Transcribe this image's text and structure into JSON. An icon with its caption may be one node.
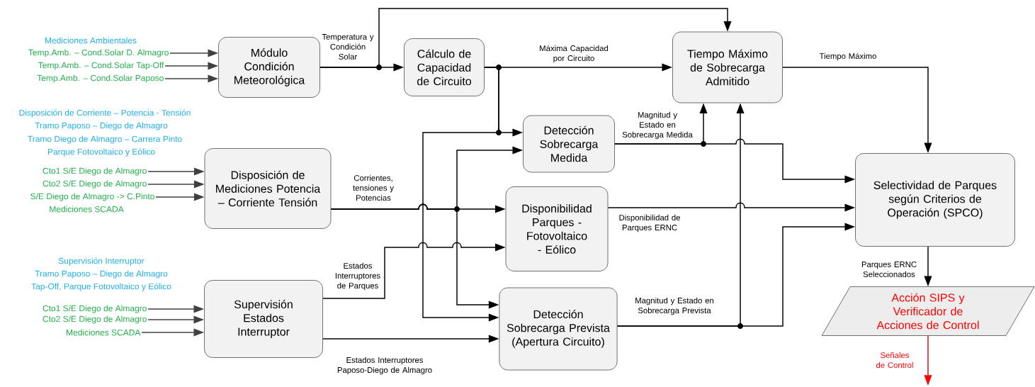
{
  "diagram": {
    "nodes": [
      {
        "text": [
          "Módulo Condición Meteorológica"
        ]
      },
      {
        "text": [
          "Cálculo de Capacidad de Circuito"
        ]
      },
      {
        "text": [
          "Tiempo Máximo de Sobrecarga Admitido"
        ]
      },
      {
        "text": [
          "Detección Sobrecarga Medida"
        ]
      },
      {
        "text": [
          "Disposición de Mediciones Potencia – Corriente Tensión"
        ]
      },
      {
        "text": [
          "Disponibilidad Parques - Fotovoltaico - Eólico"
        ]
      },
      {
        "text": [
          "Selectividad de Parques según Criterios de Operación (SPCO)"
        ]
      },
      {
        "text": [
          "Supervisión Estados Interruptor"
        ]
      },
      {
        "text": [
          "Detección Sobrecarga Prevista (Apertura Circuito)"
        ]
      },
      {
        "text": [
          "Acción SIPS y Verificador de Acciones de Control"
        ]
      },
      {
        "text": [
          "Temp.Amb. – Cond.Solar D. Almagro"
        ]
      },
      {
        "text": [
          "Temp.Amb. – Cond.Solar Tap-Off"
        ]
      },
      {
        "text": [
          "Temp.Amb. – Cond.Solar Paposo"
        ]
      },
      {
        "text": [
          "Cto1 S/E Diego de Almagro"
        ]
      },
      {
        "text": [
          "Cto2 S/E Diego de Almagro"
        ]
      },
      {
        "text": [
          "S/E Diego de Almagro -> C.Pinto"
        ]
      },
      {
        "text": [
          "Cto1 S/E Diego de Almagro"
        ]
      },
      {
        "text": [
          "Cto2 S/E Diego de Almagro"
        ]
      },
      {
        "text": [
          "Mediciones SCADA"
        ]
      }
    ],
    "edges": [
      {
        "from": 10,
        "to": 0,
        "arrow": "to",
        "color": "#404040"
      },
      {
        "from": 11,
        "to": 0,
        "arrow": "to",
        "color": "#404040"
      },
      {
        "from": 12,
        "to": 0,
        "arrow": "to",
        "color": "#404040"
      },
      {
        "from": 13,
        "to": 4,
        "arrow": "to",
        "color": "#404040"
      },
      {
        "from": 14,
        "to": 4,
        "arrow": "to",
        "color": "#404040"
      },
      {
        "from": 15,
        "to": 4,
        "arrow": "to",
        "color": "#404040"
      },
      {
        "from": 16,
        "to": 7,
        "arrow": "to",
        "color": "#404040"
      },
      {
        "from": 17,
        "to": 7,
        "arrow": "to",
        "color": "#404040"
      },
      {
        "from": 18,
        "to": 7,
        "arrow": "to",
        "color": "#404040"
      },
      {
        "from": 0,
        "to": 1,
        "arrow": "to",
        "label": "Temperatura y Condición Solar"
      },
      {
        "from": 0,
        "to": 2,
        "arrow": "to"
      },
      {
        "from": 1,
        "to": 2,
        "arrow": "to",
        "label": "Máxima Capacidad por Circuito"
      },
      {
        "from": 1,
        "to": 3,
        "arrow": "to"
      },
      {
        "from": 1,
        "to": 8,
        "arrow": "to"
      },
      {
        "from": 4,
        "to": 3,
        "arrow": "to"
      },
      {
        "from": 4,
        "to": 5,
        "arrow": "to",
        "label": "Corrientes, tensiones y Potencias"
      },
      {
        "from": 4,
        "to": 8,
        "arrow": "to"
      },
      {
        "from": 7,
        "to": 5,
        "arrow": "to",
        "label": "Estados Interruptores de Parques"
      },
      {
        "from": 7,
        "to": 8,
        "arrow": "to",
        "label": "Estados Interruptores Paposo-Diego de Almagro"
      },
      {
        "from": 3,
        "to": 2,
        "arrow": "to",
        "label": "Magnitud y Estado en Sobrecarga Medida"
      },
      {
        "from": 3,
        "to": 6,
        "arrow": "to"
      },
      {
        "from": 5,
        "to": 6,
        "arrow": "to",
        "label": "Disponibilidad de Parques ERNC"
      },
      {
        "from": 8,
        "to": 2,
        "arrow": "to"
      },
      {
        "from": 8,
        "to": 6,
        "arrow": "to",
        "label": "Magnitud y Estado en Sobrecarga Prevista"
      },
      {
        "from": 2,
        "to": 6,
        "arrow": "to",
        "label": "Tiempo Máximo"
      },
      {
        "from": 6,
        "to": 9,
        "arrow": "to",
        "label": "Parques ERNC Seleccionados"
      },
      {
        "from": 9,
        "to": null,
        "arrow": "to",
        "label": "Señales de Control",
        "color": "#ff0000"
      }
    ],
    "labels": [
      "Mediciones Ambientales",
      "Disposición de Corriente – Potencia - Tensión",
      "Tramo Paposo – Diego de Almagro",
      "Tramo Diego de Almagro – Carrera Pinto",
      "Parque Fotovoltaico y Eólico",
      "Mediciones SCADA",
      "Supervisión Interruptor",
      "Tramo Paposo – Diego de Almagro",
      "Tap-Off, Parque Fotovoltaico y Eólico"
    ]
  }
}
